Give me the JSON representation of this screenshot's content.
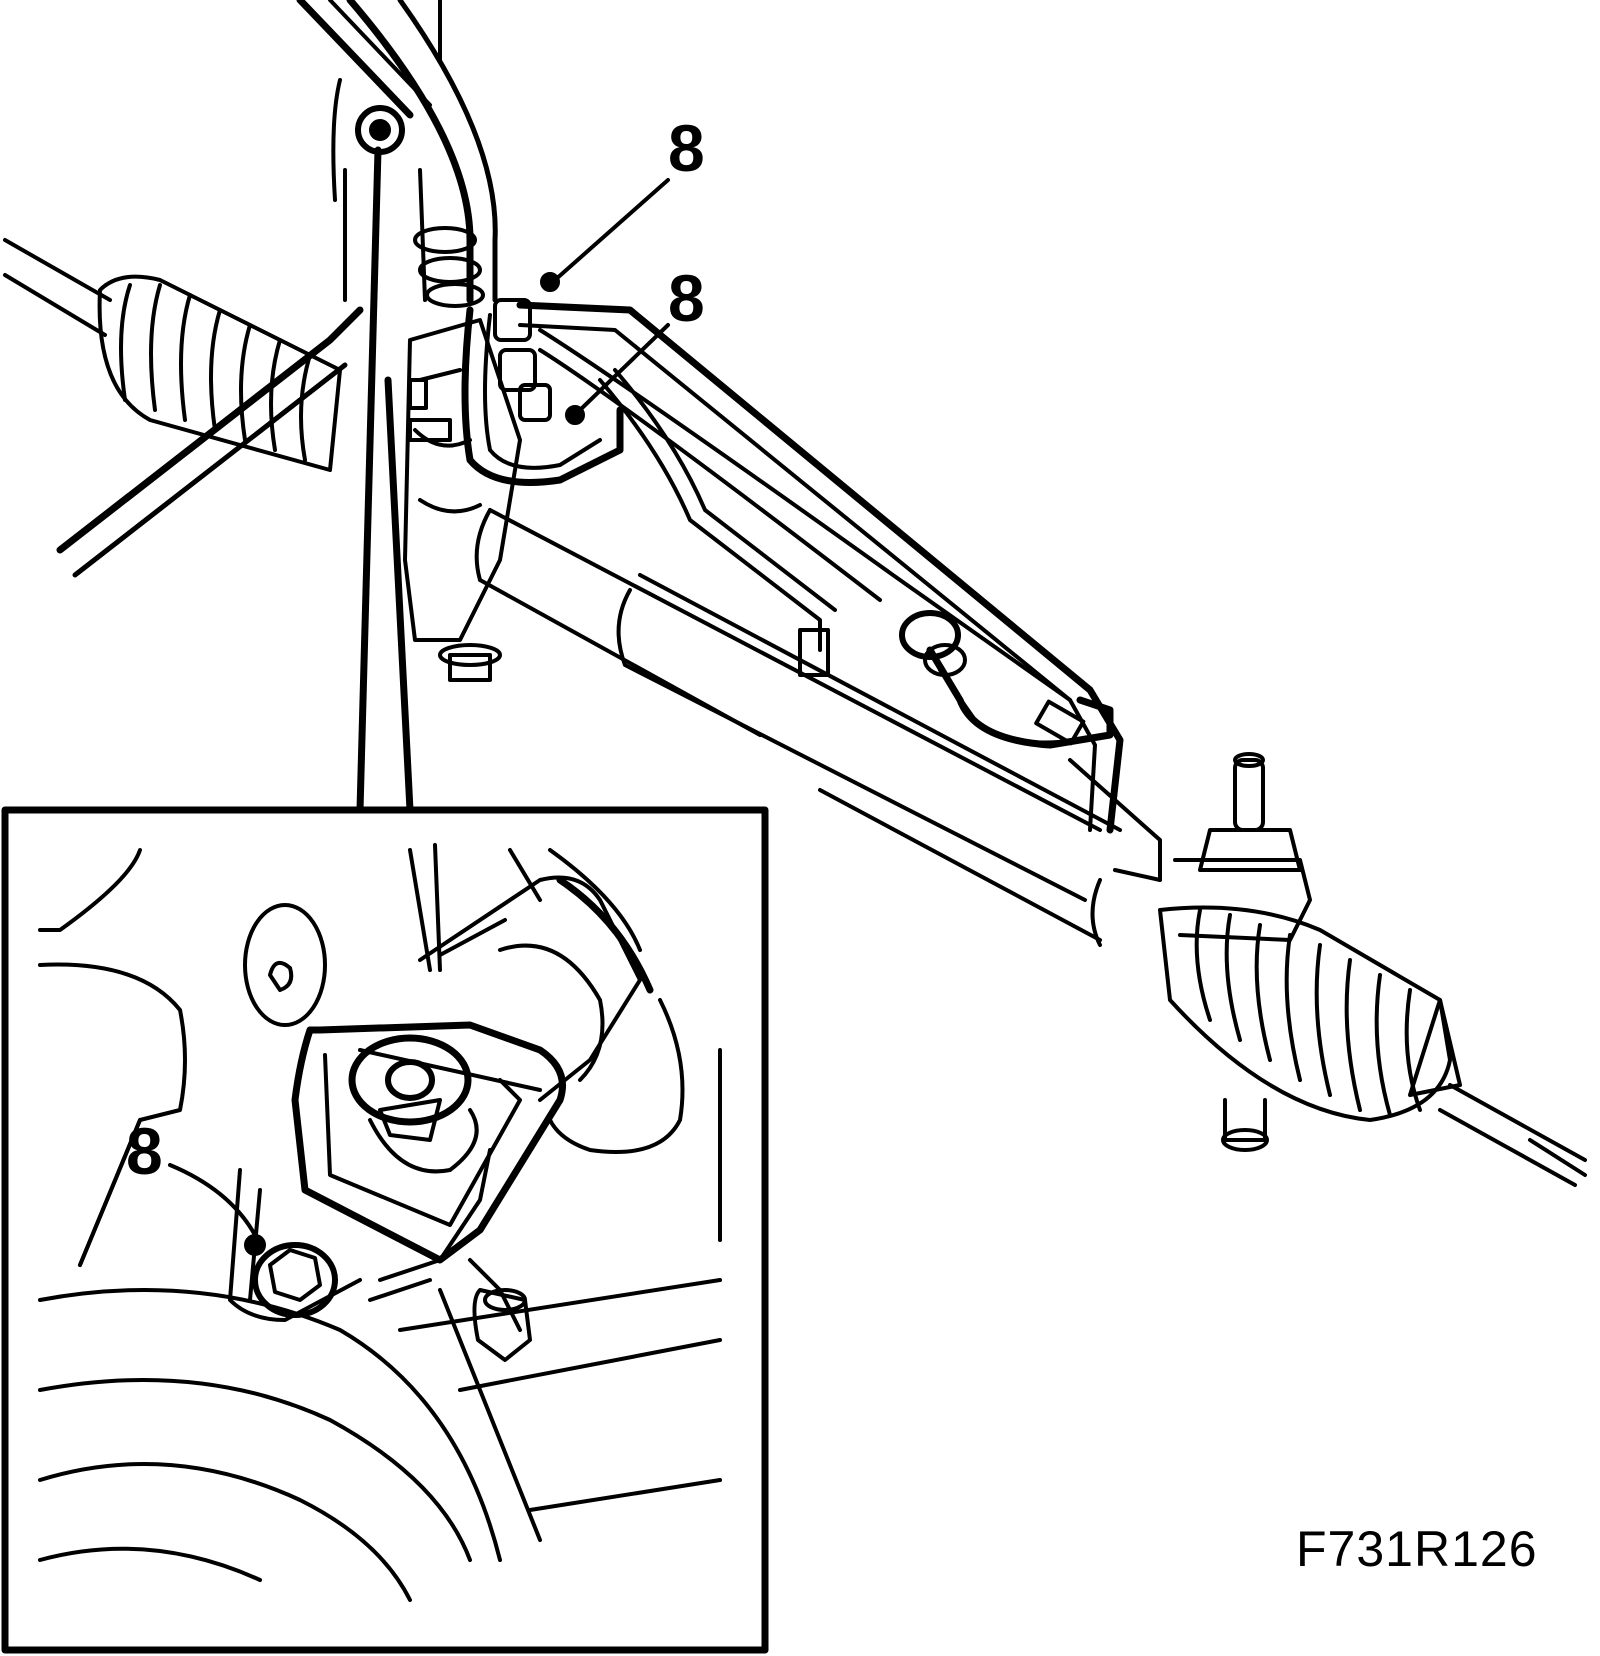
{
  "diagram": {
    "callouts": [
      {
        "label": "8"
      },
      {
        "label": "8"
      },
      {
        "label": "8"
      }
    ],
    "figure_id": "F731R126",
    "colors": {
      "ink": "#000000",
      "paper": "#ffffff"
    }
  }
}
